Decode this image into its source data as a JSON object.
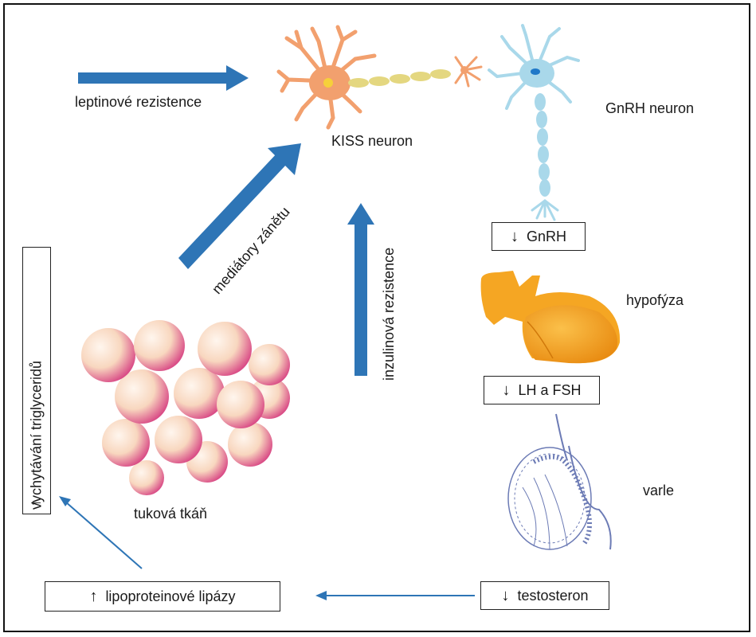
{
  "labels": {
    "leptin": "leptinové rezistence",
    "kiss": "KISS neuron",
    "gnrh_neuron": "GnRH neuron",
    "mediators": "mediátory zánětu",
    "insulin": "inzulinová rezistence",
    "pituitary": "hypofýza",
    "testis": "varle",
    "adipose": "tuková tkáň"
  },
  "boxes": {
    "gnrh": {
      "arrow": "↓",
      "text": "GnRH"
    },
    "lh_fsh": {
      "arrow": "↓",
      "text": "LH a FSH"
    },
    "testosterone": {
      "arrow": "↓",
      "text": "testosteron"
    },
    "lipase": {
      "arrow": "↑",
      "text": "lipoproteinové lipázy"
    },
    "triglyceride": {
      "arrow": "←",
      "text": "vychytávání triglyceridů"
    }
  },
  "colors": {
    "arrow_blue": "#2e75b6",
    "kiss_neuron": "#f2a06e",
    "kiss_axon": "#e4d780",
    "gnrh_neuron": "#a9d8ea",
    "pituitary": "#f5a623",
    "fat_cell": "#f7d9c0",
    "testis_line": "#6c7bb5"
  }
}
